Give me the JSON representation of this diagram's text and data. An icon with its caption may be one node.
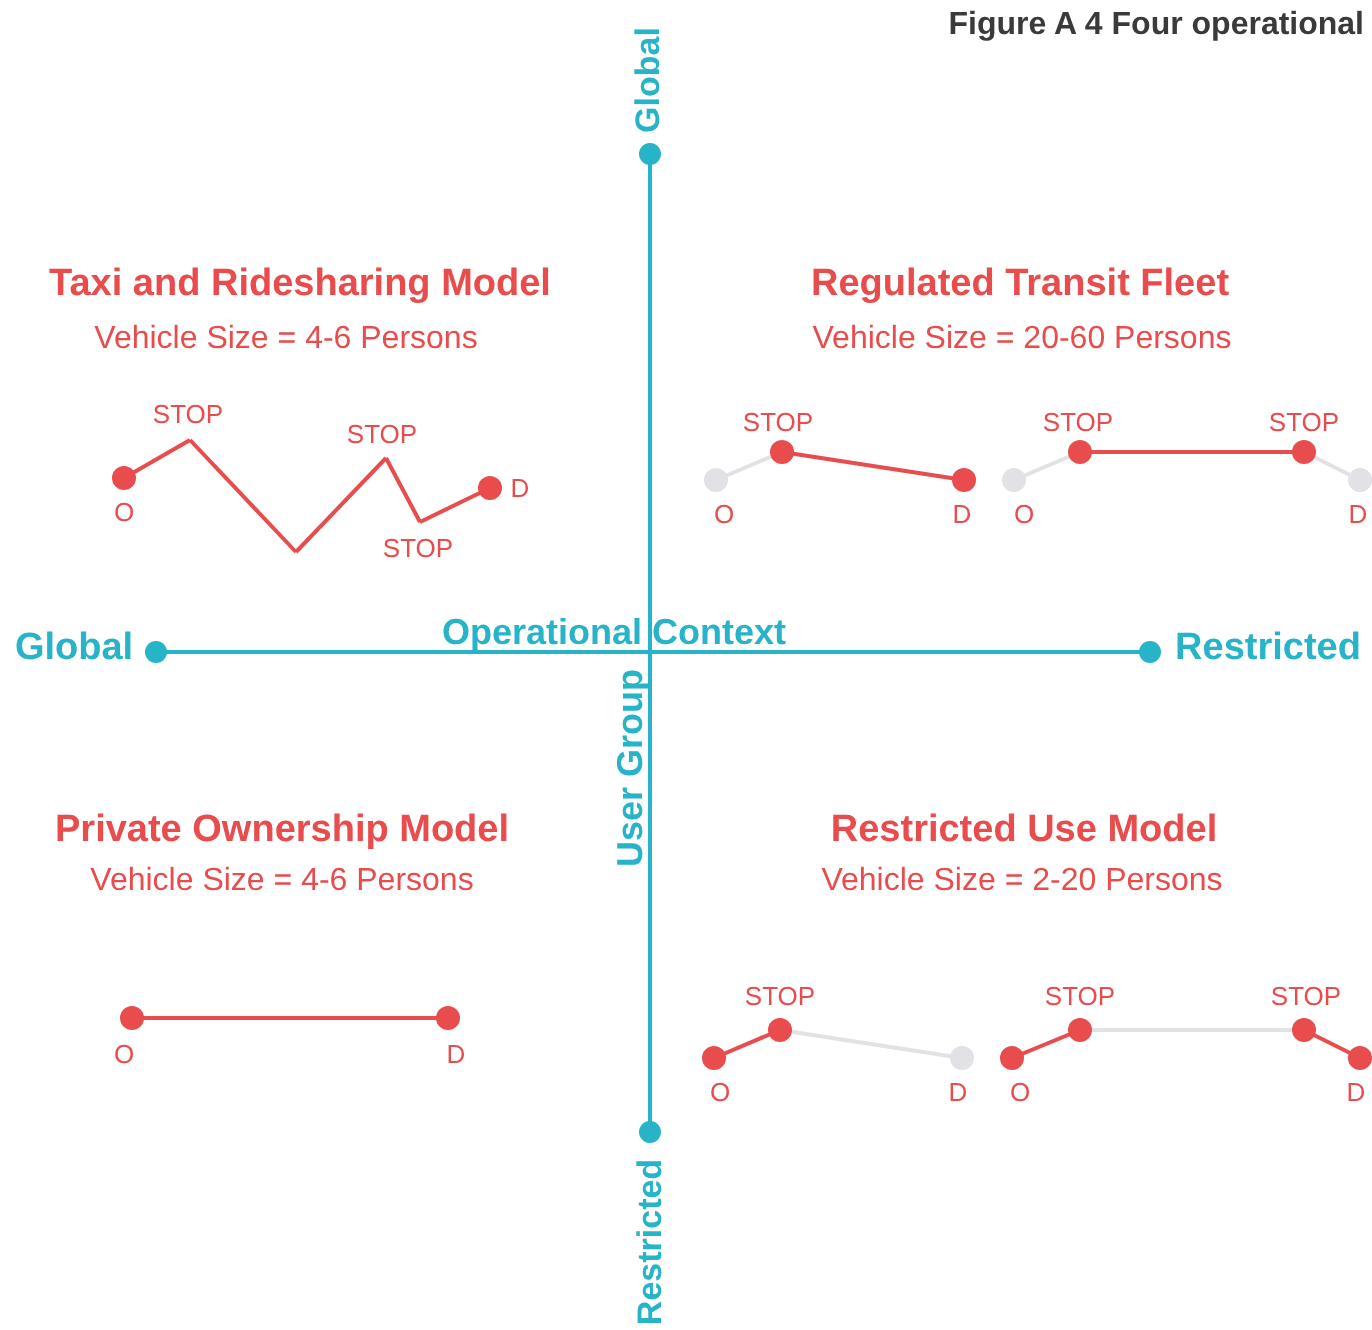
{
  "diagram": {
    "title": "Figure A 4 Four operational",
    "labels": [
      "Global",
      "Taxi and Ridesharing Model",
      "Vehicle Size = 4-6 Persons",
      "STOP",
      "STOP",
      "O",
      "STOP",
      "D",
      "Regulated Transit Fleet",
      "Vehicle Size = 20-60 Persons",
      "STOP",
      "O",
      "D",
      "STOP",
      "STOP",
      "O",
      "D",
      "Global",
      "Operational Context",
      "Restricted",
      "User Group",
      "Private Ownership Model",
      "Vehicle Size = 4-6 Persons",
      "O",
      "D",
      "Restricted Use Model",
      "Vehicle Size = 2-20 Persons",
      "STOP",
      "STOP",
      "STOP",
      "O",
      "D",
      "O",
      "D",
      "Restricted"
    ]
  }
}
